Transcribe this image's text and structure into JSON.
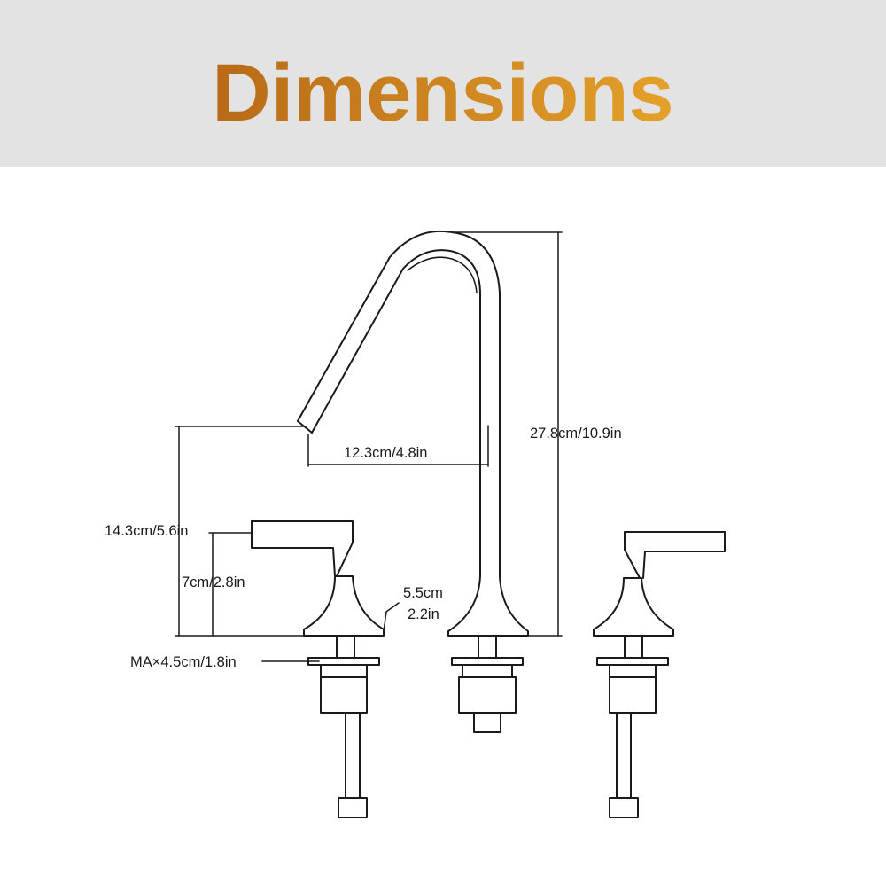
{
  "header": {
    "title": "Dimensions",
    "title_gradient": [
      "#b86a17",
      "#e4a12a"
    ],
    "background": "#e3e3e3"
  },
  "diagram": {
    "line_color": "#1a1a1a",
    "labels": {
      "total_height": "27.8cm/10.9in",
      "spout_reach": "12.3cm/4.8in",
      "spout_clearance": "14.3cm/5.6in",
      "handle_height": "7cm/2.8in",
      "base_diameter_cm": "5.5cm",
      "base_diameter_in": "2.2in",
      "max_deck_thickness": "MA×4.5cm/1.8in"
    }
  }
}
